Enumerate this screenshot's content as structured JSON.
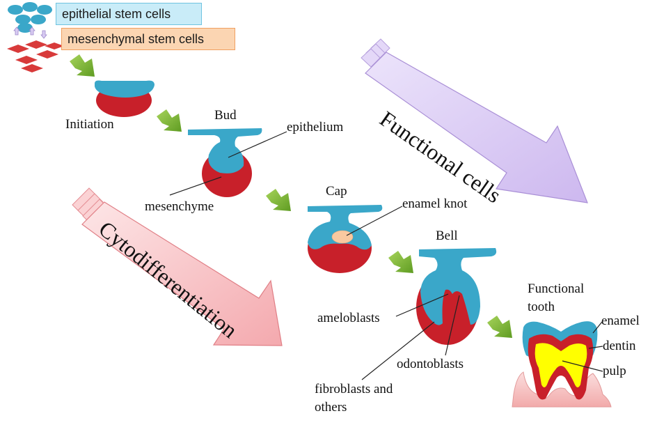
{
  "legend": {
    "epithelial": "epithelial stem cells",
    "mesenchymal": "mesenchymal stem cells"
  },
  "arrows": {
    "functional": "Functional  cells",
    "cytodiff": "Cytodifferentiation"
  },
  "stages": {
    "initiation": "Initiation",
    "bud": "Bud",
    "cap": "Cap",
    "bell": "Bell",
    "functional_tooth_line1": "Functional",
    "functional_tooth_line2": "tooth"
  },
  "callouts": {
    "epithelium": "epithelium",
    "mesenchyme": "mesenchyme",
    "enamel_knot": "enamel knot",
    "ameloblasts": "ameloblasts",
    "odontoblasts": "odontoblasts",
    "fibroblasts_line1": "fibroblasts and",
    "fibroblasts_line2": "others",
    "enamel": "enamel",
    "dentin": "dentin",
    "pulp": "pulp"
  },
  "colors": {
    "epithelial": "#3aa7c9",
    "mesenchymal": "#c8202a",
    "green_arrow": "#7dbb2f",
    "purple_arrow": "#d8c8f4",
    "pink_arrow": "#f7b9bd",
    "enamel_knot": "#f9c9a0",
    "pulp": "#ffff00",
    "gum": "#f7c7c7"
  }
}
